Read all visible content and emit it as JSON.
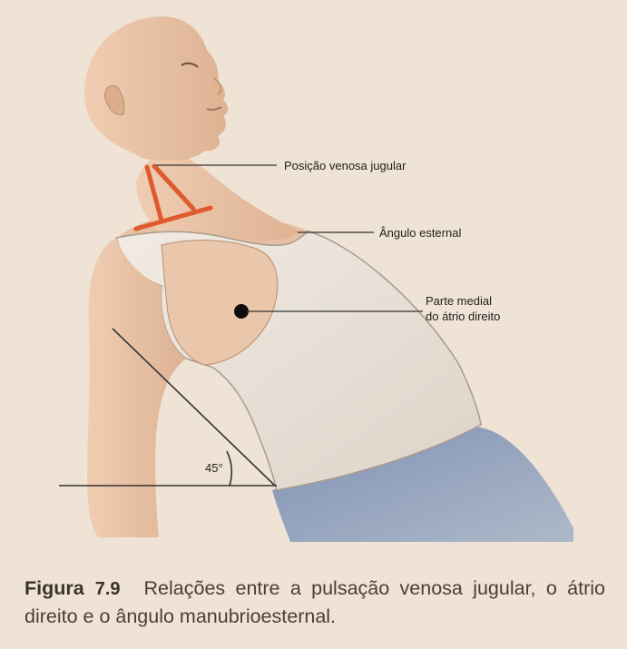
{
  "labels": {
    "jugular": "Posição venosa jugular",
    "sternal_angle": "Ângulo esternal",
    "atrium_line1": "Parte medial",
    "atrium_line2": "do átrio direito",
    "angle": "45°"
  },
  "caption": {
    "figure_word": "Figura",
    "figure_number": "7.9",
    "text": "Relações entre a pulsação venosa jugular, o átrio direito e o ângulo manubrioesternal."
  },
  "colors": {
    "background": "#efe3d5",
    "skin": "#e8c4a8",
    "shirt": "#e9e0d6",
    "pants": "#8d9db8",
    "jugular_line": "#e05a2f",
    "atrium_dot": "#0d0d0d"
  }
}
